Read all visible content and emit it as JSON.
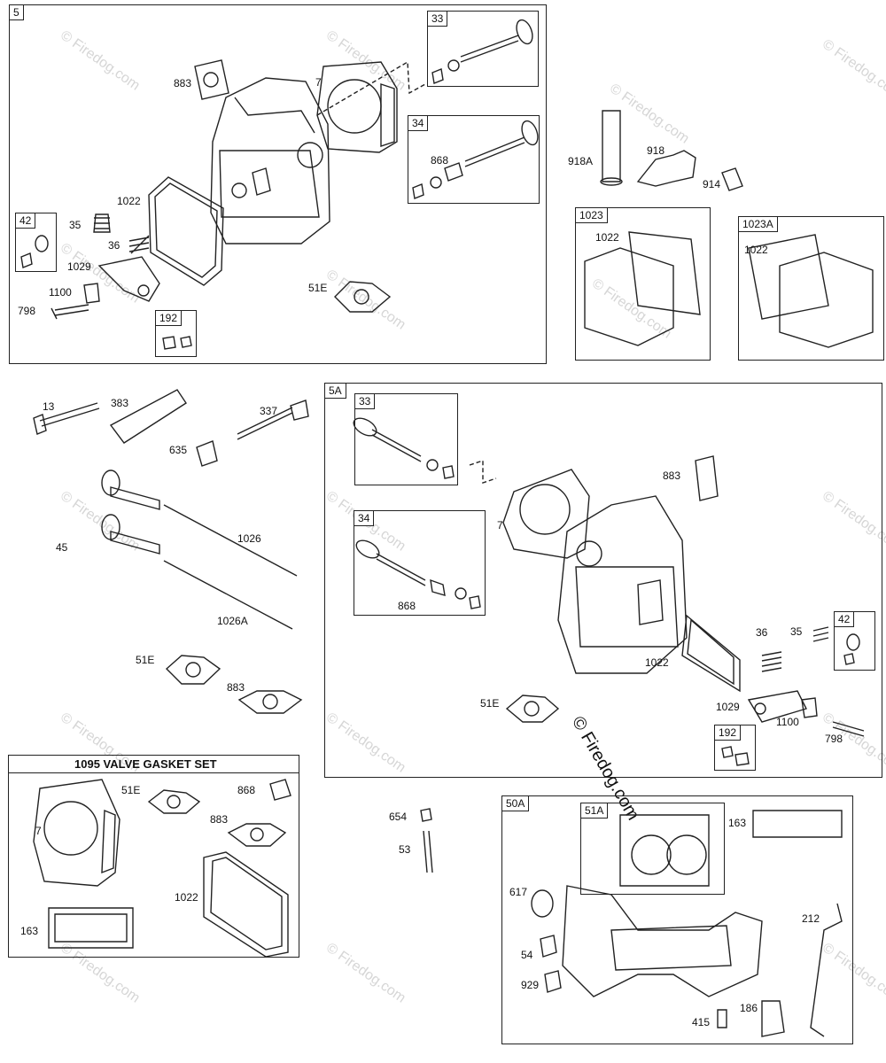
{
  "watermark": "© Firedog.com",
  "watermark_main": "© Firedog.com",
  "sections": {
    "s5": "5",
    "s5A": "5A",
    "s1023": "1023",
    "s1023A": "1023A",
    "s50A": "50A",
    "s51A": "51A",
    "gasket_set": "1095 VALVE GASKET SET"
  },
  "subtags": {
    "t33a": "33",
    "t34a": "34",
    "t42a": "42",
    "t192a": "192",
    "t33b": "33",
    "t34b": "34",
    "t42b": "42",
    "t192b": "192"
  },
  "labels": {
    "l883a": "883",
    "l7a": "7",
    "l1022a": "1022",
    "l35a": "35",
    "l36a": "36",
    "l1029a": "1029",
    "l1100a": "1100",
    "l798a": "798",
    "l51Ea": "51E",
    "l868a": "868",
    "l918A": "918A",
    "l918": "918",
    "l914": "914",
    "l1022b": "1022",
    "l1022c": "1022",
    "l13": "13",
    "l383": "383",
    "l337": "337",
    "l635": "635",
    "l45": "45",
    "l1026": "1026",
    "l1026A": "1026A",
    "l51Eb": "51E",
    "l883b": "883",
    "l883c": "883",
    "l7b": "7",
    "l868b": "868",
    "l1022d": "1022",
    "l36b": "36",
    "l35b": "35",
    "l51Ec": "51E",
    "l1029b": "1029",
    "l1100b": "1100",
    "l798b": "798",
    "l7c": "7",
    "l51Ed": "51E",
    "l868c": "868",
    "l883d": "883",
    "l1022e": "1022",
    "l163a": "163",
    "l654": "654",
    "l53": "53",
    "l163b": "163",
    "l617": "617",
    "l212": "212",
    "l54": "54",
    "l929": "929",
    "l415": "415",
    "l186": "186"
  }
}
